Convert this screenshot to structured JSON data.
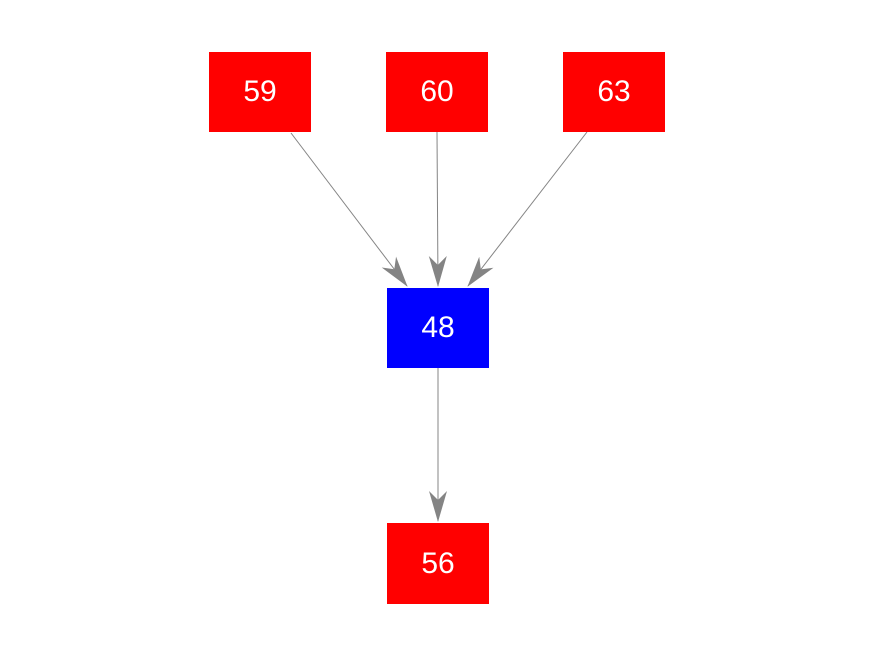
{
  "graph": {
    "nodes": [
      {
        "id": "59",
        "label": "59",
        "fill": "#ff0000",
        "text_color": "#ffffff",
        "role": "source"
      },
      {
        "id": "60",
        "label": "60",
        "fill": "#ff0000",
        "text_color": "#ffffff",
        "role": "source"
      },
      {
        "id": "63",
        "label": "63",
        "fill": "#ff0000",
        "text_color": "#ffffff",
        "role": "source"
      },
      {
        "id": "48",
        "label": "48",
        "fill": "#0000ff",
        "text_color": "#ffffff",
        "role": "hub"
      },
      {
        "id": "56",
        "label": "56",
        "fill": "#ff0000",
        "text_color": "#ffffff",
        "role": "sink"
      }
    ],
    "edges": [
      {
        "from": "59",
        "to": "48"
      },
      {
        "from": "60",
        "to": "48"
      },
      {
        "from": "63",
        "to": "48"
      },
      {
        "from": "48",
        "to": "56"
      }
    ],
    "colors": {
      "edge": "#848484",
      "background": "#ffffff"
    }
  }
}
